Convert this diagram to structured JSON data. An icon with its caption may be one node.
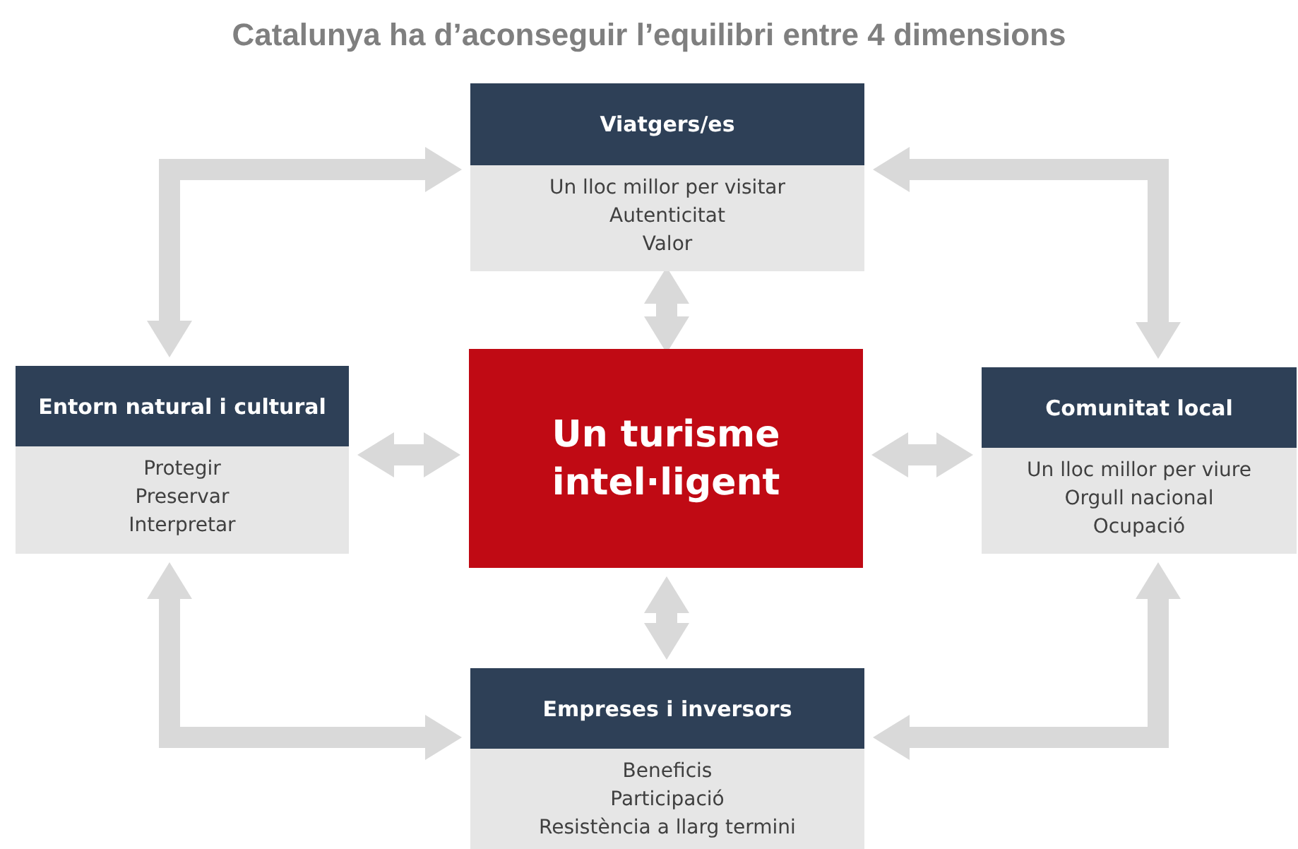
{
  "diagram": {
    "title": "Catalunya ha d’aconseguir l’equilibri entre 4 dimensions",
    "nodes": [
      {
        "text": [
          "Viatgers/es",
          "Un lloc millor per visitar",
          "Autenticitat",
          "Valor"
        ]
      },
      {
        "text": [
          "Entorn natural i cultural",
          "Protegir",
          "Preservar",
          "Interpretar"
        ]
      },
      {
        "text": [
          "Un turisme intel·ligent"
        ]
      },
      {
        "text": [
          "Comunitat local",
          "Un lloc millor per viure",
          "Orgull nacional",
          "Ocupació"
        ]
      },
      {
        "text": [
          "Empreses i inversors",
          "Beneficis",
          "Participació",
          "Resistència a llarg termini"
        ]
      }
    ],
    "edges": [
      {
        "from": 0,
        "to": 1,
        "arrow": "both"
      },
      {
        "from": 0,
        "to": 3,
        "arrow": "both"
      },
      {
        "from": 1,
        "to": 4,
        "arrow": "both"
      },
      {
        "from": 3,
        "to": 4,
        "arrow": "both"
      },
      {
        "from": 0,
        "to": 2,
        "arrow": "both"
      },
      {
        "from": 1,
        "to": 2,
        "arrow": "both"
      },
      {
        "from": 2,
        "to": 3,
        "arrow": "both"
      },
      {
        "from": 2,
        "to": 4,
        "arrow": "both"
      }
    ]
  }
}
